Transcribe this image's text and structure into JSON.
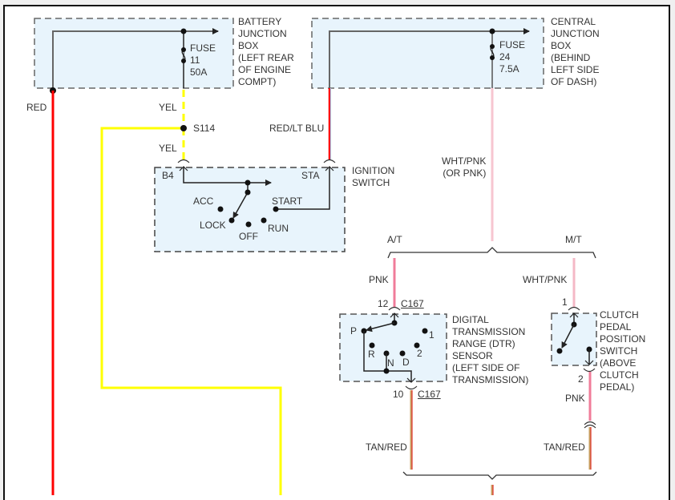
{
  "components": {
    "battery_junction_box": {
      "label_lines": [
        "BATTERY",
        "JUNCTION",
        "BOX",
        "(LEFT REAR",
        "OF ENGINE",
        "COMPT)"
      ],
      "fuse": {
        "lines": [
          "FUSE",
          "11",
          "50A"
        ]
      }
    },
    "central_junction_box": {
      "label_lines": [
        "CENTRAL",
        "JUNCTION",
        "BOX",
        "(BEHIND",
        "LEFT SIDE",
        "OF DASH)"
      ],
      "fuse": {
        "lines": [
          "FUSE",
          "24",
          "7.5A"
        ]
      }
    },
    "ignition_switch": {
      "label_lines": [
        "IGNITION",
        "SWITCH"
      ],
      "pins": {
        "b4": "B4",
        "sta": "STA"
      },
      "positions": {
        "acc": "ACC",
        "lock": "LOCK",
        "off": "OFF",
        "run": "RUN",
        "start": "START"
      }
    },
    "dtr_sensor": {
      "label_lines": [
        "DIGITAL",
        "TRANSMISSION",
        "RANGE (DTR)",
        "SENSOR",
        "(LEFT SIDE OF",
        "TRANSMISSION)"
      ],
      "positions": {
        "p": "P",
        "r": "R",
        "n": "N",
        "d": "D",
        "two": "2",
        "one": "1"
      },
      "connector_top": {
        "pin": "12",
        "id": "C167"
      },
      "connector_bottom": {
        "pin": "10",
        "id": "C167"
      }
    },
    "clutch_switch": {
      "label_lines": [
        "CLUTCH",
        "PEDAL",
        "POSITION",
        "SWITCH",
        "(ABOVE",
        "CLUTCH",
        "PEDAL)"
      ],
      "pin_top": "1",
      "pin_bottom": "2"
    },
    "splice": {
      "id": "S114"
    }
  },
  "wires": {
    "red": {
      "label": "RED",
      "color": "#ff0000"
    },
    "yel_top": {
      "label": "YEL",
      "color": "#ffff00"
    },
    "yel_bottom": {
      "label": "YEL",
      "color": "#ffff00"
    },
    "red_lt_blu": {
      "label": "RED/LT BLU",
      "color": "#ff0000",
      "stripe": "#9fd7ff"
    },
    "wht_pnk_main": {
      "label_lines": [
        "WHT/PNK",
        "(OR PNK)"
      ],
      "color": "#f7c6d0"
    },
    "pnk_at": {
      "label": "PNK",
      "color": "#f07c9a"
    },
    "wht_pnk_mt": {
      "label": "WHT/PNK",
      "color": "#f4b8c6"
    },
    "pnk_clutch": {
      "label": "PNK",
      "color": "#f07c9a"
    },
    "tan_red_left": {
      "label": "TAN/RED",
      "color": "#e0502a",
      "stripe": "#c8a060"
    },
    "tan_red_right": {
      "label": "TAN/RED",
      "color": "#e0502a",
      "stripe": "#c8a060"
    }
  },
  "branches": {
    "at": "A/T",
    "mt": "M/T"
  },
  "colors": {
    "box_fill": "#e8f4fc",
    "box_border": "#666666",
    "line": "#333333"
  }
}
